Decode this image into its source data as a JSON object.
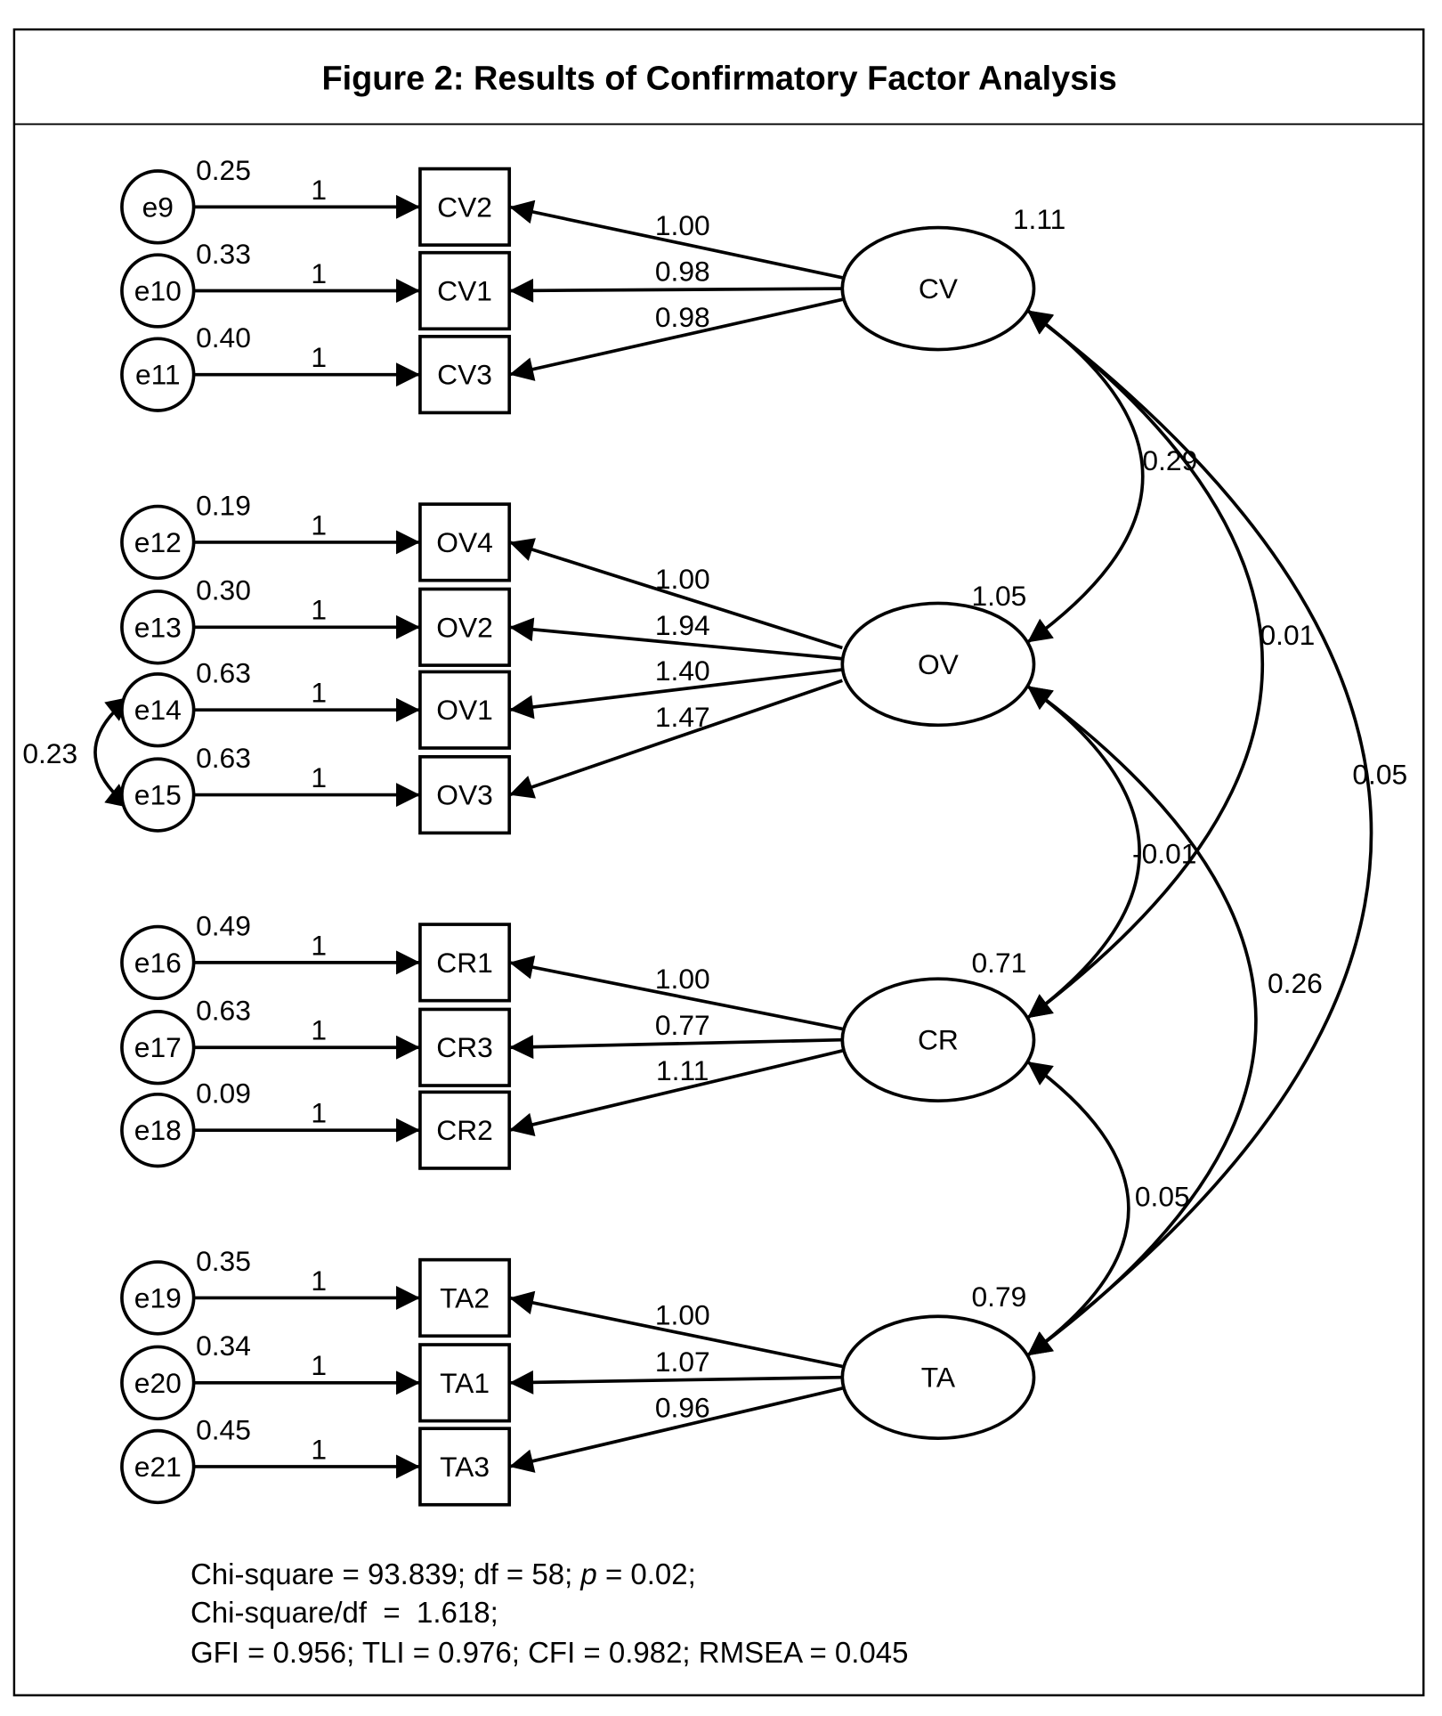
{
  "title": "Figure 2: Results of Confirmatory Factor Analysis",
  "factors": [
    {
      "id": "CV",
      "variance": "1.11"
    },
    {
      "id": "OV",
      "variance": "1.05"
    },
    {
      "id": "CR",
      "variance": "0.71"
    },
    {
      "id": "TA",
      "variance": "0.79"
    }
  ],
  "indicators": [
    {
      "id": "CV2",
      "factor": "CV",
      "error": "e9",
      "error_variance": "0.25",
      "error_path": "1",
      "loading": "1.00"
    },
    {
      "id": "CV1",
      "factor": "CV",
      "error": "e10",
      "error_variance": "0.33",
      "error_path": "1",
      "loading": "0.98"
    },
    {
      "id": "CV3",
      "factor": "CV",
      "error": "e11",
      "error_variance": "0.40",
      "error_path": "1",
      "loading": "0.98"
    },
    {
      "id": "OV4",
      "factor": "OV",
      "error": "e12",
      "error_variance": "0.19",
      "error_path": "1",
      "loading": "1.00"
    },
    {
      "id": "OV2",
      "factor": "OV",
      "error": "e13",
      "error_variance": "0.30",
      "error_path": "1",
      "loading": "1.94"
    },
    {
      "id": "OV1",
      "factor": "OV",
      "error": "e14",
      "error_variance": "0.63",
      "error_path": "1",
      "loading": "1.40"
    },
    {
      "id": "OV3",
      "factor": "OV",
      "error": "e15",
      "error_variance": "0.63",
      "error_path": "1",
      "loading": "1.47"
    },
    {
      "id": "CR1",
      "factor": "CR",
      "error": "e16",
      "error_variance": "0.49",
      "error_path": "1",
      "loading": "1.00"
    },
    {
      "id": "CR3",
      "factor": "CR",
      "error": "e17",
      "error_variance": "0.63",
      "error_path": "1",
      "loading": "0.77"
    },
    {
      "id": "CR2",
      "factor": "CR",
      "error": "e18",
      "error_variance": "0.09",
      "error_path": "1",
      "loading": "1.11"
    },
    {
      "id": "TA2",
      "factor": "TA",
      "error": "e19",
      "error_variance": "0.35",
      "error_path": "1",
      "loading": "1.00"
    },
    {
      "id": "TA1",
      "factor": "TA",
      "error": "e20",
      "error_variance": "0.34",
      "error_path": "1",
      "loading": "1.07"
    },
    {
      "id": "TA3",
      "factor": "TA",
      "error": "e21",
      "error_variance": "0.45",
      "error_path": "1",
      "loading": "0.96"
    }
  ],
  "factor_covariances": [
    {
      "from": "CV",
      "to": "OV",
      "value": "0.29"
    },
    {
      "from": "CV",
      "to": "CR",
      "value": "0.01"
    },
    {
      "from": "CV",
      "to": "TA",
      "value": "0.05"
    },
    {
      "from": "OV",
      "to": "CR",
      "value": "-0.01"
    },
    {
      "from": "OV",
      "to": "TA",
      "value": "0.26"
    },
    {
      "from": "CR",
      "to": "TA",
      "value": "0.05"
    }
  ],
  "error_covariances": [
    {
      "from": "e14",
      "to": "e15",
      "value": "0.23"
    }
  ],
  "fit": {
    "line1": {
      "chi_label": "Chi-square = 93.839; df = 58; ",
      "p_label": "p",
      "p_value": " = 0.02;"
    },
    "line2": "Chi-square/df  =  1.618;",
    "line3": "GFI = 0.956; TLI = 0.976; CFI = 0.982; RMSEA = 0.045"
  }
}
